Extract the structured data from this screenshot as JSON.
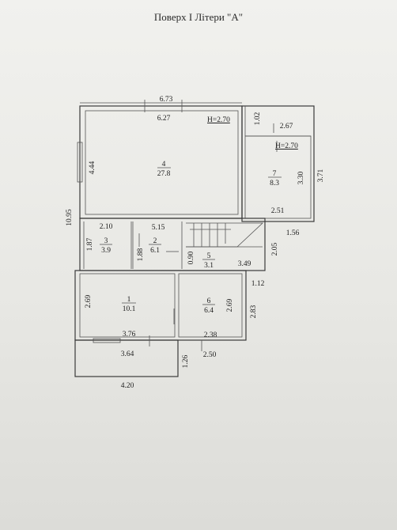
{
  "title": "Поверх І Літери \"А\"",
  "rooms": [
    {
      "num": "4",
      "area": "27.8"
    },
    {
      "num": "7",
      "area": "8.3"
    },
    {
      "num": "3",
      "area": "3.9"
    },
    {
      "num": "2",
      "area": "6.1"
    },
    {
      "num": "5",
      "area": "3.1"
    },
    {
      "num": "1",
      "area": "10.1"
    },
    {
      "num": "6",
      "area": "6.4"
    }
  ],
  "heights": [
    "H=2.70",
    "H=2.70"
  ],
  "dimensions": {
    "top_outer": "6.73",
    "top_inner": "6.27",
    "right_top_a": "1.02",
    "right_top_b": "2.67",
    "left_r4": "4.44",
    "r7_height": "3.30",
    "r7_outer": "3.71",
    "r7_width": "2.51",
    "total_height": "10.95",
    "r3_width": "2.10",
    "hall_width": "5.15",
    "step_1_56": "1.56",
    "r3_height": "1.87",
    "r2_height": "1.88",
    "r5_height": "0.90",
    "hall_2_05": "2.05",
    "r5_width": "3.49",
    "offset_1_12": "1.12",
    "r1_height": "2.69",
    "r6_height": "2.69",
    "outer_2_83": "2.83",
    "r1_width": "3.76",
    "r6_width": "2.38",
    "terrace_width": "3.64",
    "terrace_depth": "1.26",
    "bottom_2_50": "2.50",
    "bottom_total": "4.20"
  }
}
